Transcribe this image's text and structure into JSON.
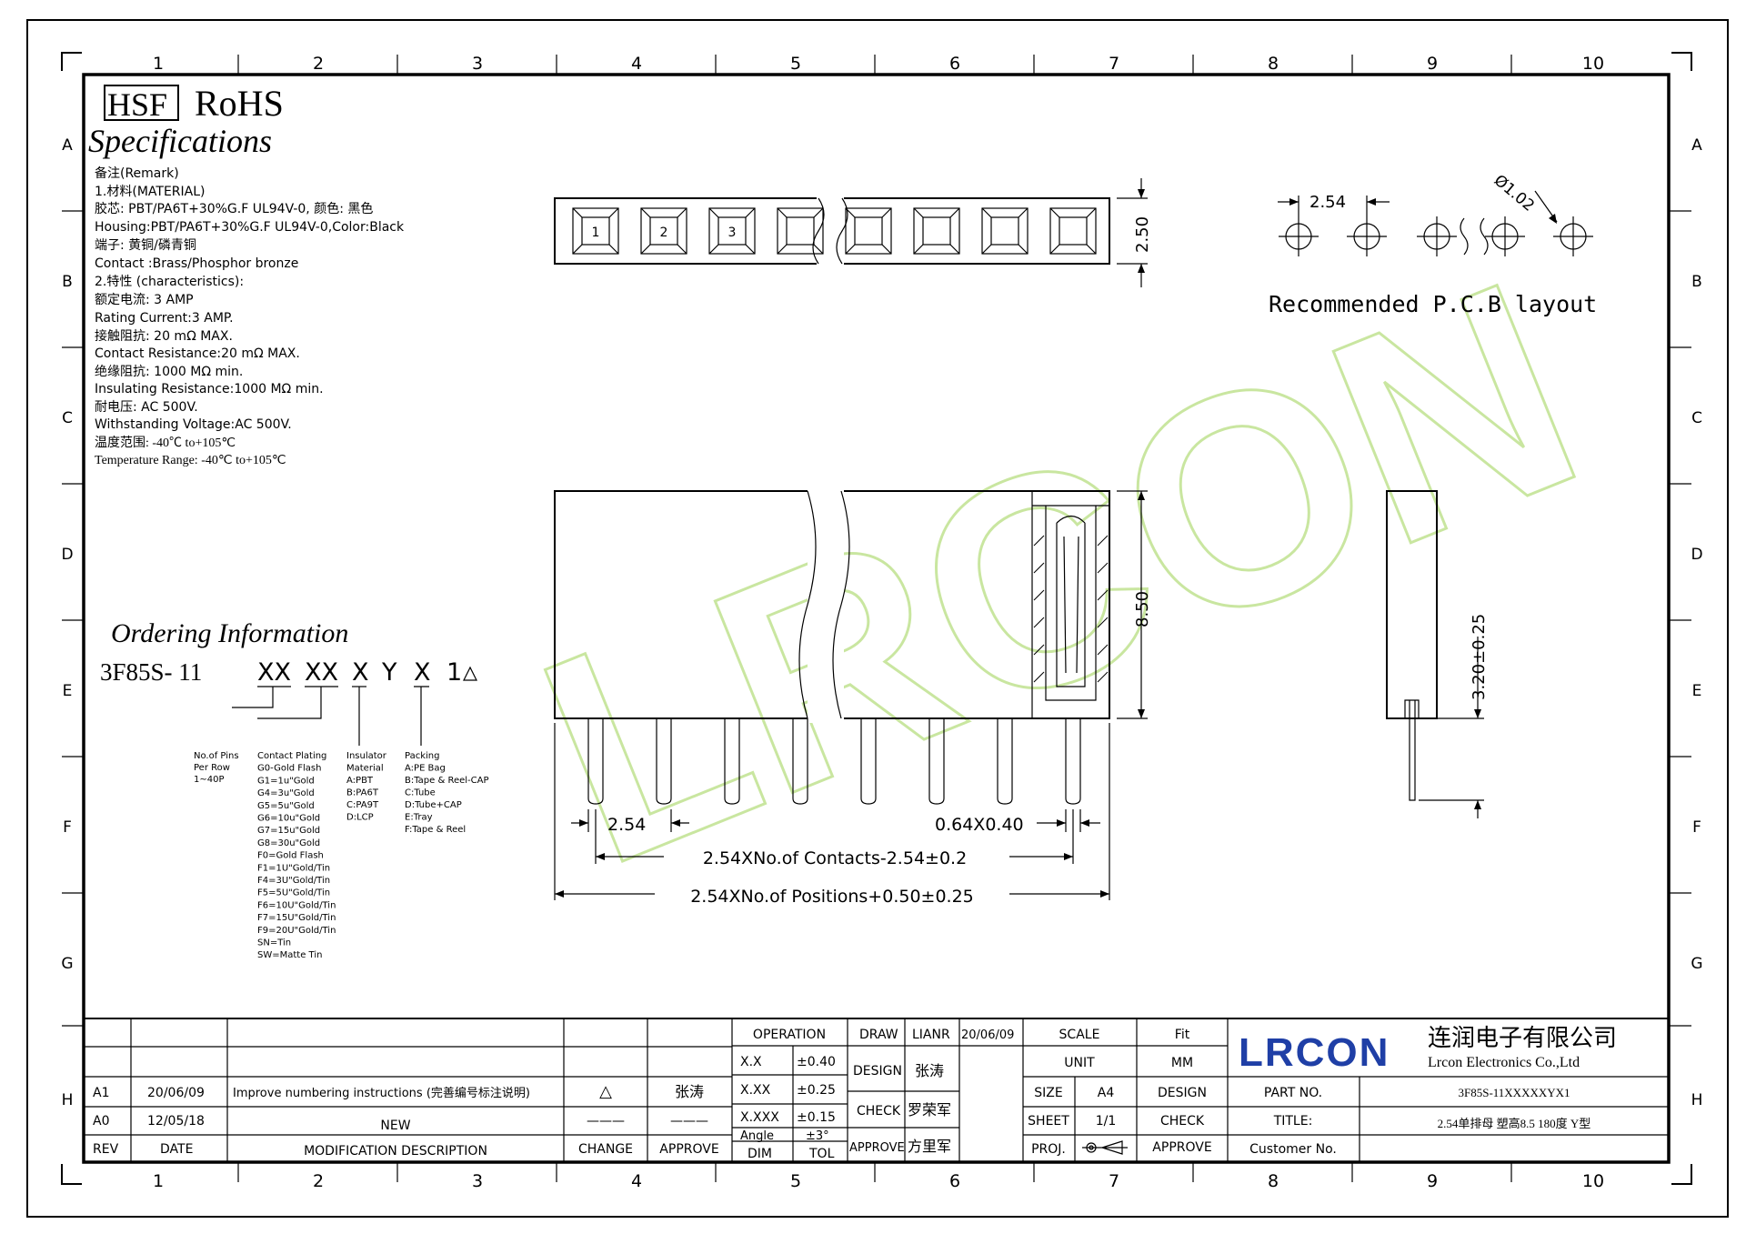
{
  "grid": {
    "cols": [
      "1",
      "2",
      "3",
      "4",
      "5",
      "6",
      "7",
      "8",
      "9",
      "10"
    ],
    "rows": [
      "A",
      "B",
      "C",
      "D",
      "E",
      "F",
      "G",
      "H"
    ]
  },
  "header": {
    "hsf": "HSF",
    "rohs": "RoHS",
    "specs_title": "Specifications"
  },
  "specs": [
    "备注(Remark)",
    "1.材料(MATERIAL)",
    "胶芯: PBT/PA6T+30%G.F UL94V-0, 颜色: 黑色",
    "Housing:PBT/PA6T+30%G.F UL94V-0,Color:Black",
    "端子: 黄铜/磷青铜",
    "Contact :Brass/Phosphor bronze",
    "2.特性 (characteristics):",
    "额定电流: 3 AMP",
    "Rating Current:3 AMP.",
    "接触阻抗: 20 mΩ MAX.",
    "Contact Resistance:20 mΩ MAX.",
    "绝缘阻抗: 1000 MΩ min.",
    "Insulating Resistance:1000 MΩ  min.",
    "耐电压: AC 500V.",
    "Withstanding Voltage:AC 500V.",
    "温度范围: -40℃ to+105℃",
    "Temperature Range: -40℃ to+105℃"
  ],
  "ordering": {
    "title": "Ordering Information",
    "code_prefix": "3F85S- 11",
    "code_parts": [
      "XX",
      "XX",
      "X",
      "Y",
      "X",
      "1"
    ],
    "pins": [
      "No.of Pins",
      "Per Row",
      "1~40P"
    ],
    "plating": [
      "Contact Plating",
      "G0-Gold Flash",
      "G1=1u\"Gold",
      "G4=3u\"Gold",
      "G5=5u\"Gold",
      "G6=10u\"Gold",
      "G7=15u\"Gold",
      "G8=30u\"Gold",
      "F0=Gold Flash",
      "F1=1U\"Gold/Tin",
      "F4=3U\"Gold/Tin",
      "F5=5U\"Gold/Tin",
      "F6=10U\"Gold/Tin",
      "F7=15U\"Gold/Tin",
      "F9=20U\"Gold/Tin",
      "SN=Tin",
      "SW=Matte Tin"
    ],
    "insulator": [
      "Insulator",
      "Material",
      "A:PBT",
      "B:PA6T",
      "C:PA9T",
      "D:LCP"
    ],
    "packing": [
      "Packing",
      "A:PE Bag",
      "B:Tape & Reel-CAP",
      "C:Tube",
      "D:Tube+CAP",
      "E:Tray",
      "F:Tape & Reel"
    ]
  },
  "top_view": {
    "pin_labels": [
      "1",
      "2",
      "3"
    ],
    "dim_height": "2.50"
  },
  "pcb": {
    "pitch": "2.54",
    "hole": "Ø1.02",
    "caption": "Recommended P.C.B layout"
  },
  "front_view": {
    "dim_height": "8.50",
    "dim_pitch": "2.54",
    "dim_pin": "0.64X0.40",
    "dim_contacts": "2.54XNo.of Contacts-2.54±0.2",
    "dim_positions": "2.54XNo.of Positions+0.50±0.25"
  },
  "side_view": {
    "dim_tail": "3.20±0.25"
  },
  "watermark": "LRCON",
  "title_block": {
    "rev_rows": [
      {
        "rev": "A1",
        "date": "20/06/09",
        "desc": "Improve numbering instructions (完善编号标注说明)",
        "change": "△",
        "approve": "张涛"
      },
      {
        "rev": "A0",
        "date": "12/05/18",
        "desc": "NEW",
        "change": "———",
        "approve": "———"
      }
    ],
    "rev_header": {
      "rev": "REV",
      "date": "DATE",
      "desc": "MODIFICATION DESCRIPTION",
      "change": "CHANGE",
      "approve": "APPROVE"
    },
    "operation": "OPERATION",
    "tol_rows": [
      [
        "X.X",
        "±0.40"
      ],
      [
        "X.XX",
        "±0.25"
      ],
      [
        "X.XXX",
        "±0.15"
      ],
      [
        "Angle",
        "±3°"
      ]
    ],
    "dim": "DIM",
    "tol": "TOL",
    "draw": "DRAW",
    "draw_name": "LIANR",
    "draw_date": "20/06/09",
    "design": "DESIGN",
    "design_name": "张涛",
    "check": "CHECK",
    "check_name": "罗荣军",
    "approve": "APPROVE",
    "approve_name": "方里军",
    "scale": "SCALE",
    "scale_val": "Fit",
    "unit": "UNIT",
    "unit_val": "MM",
    "size": "SIZE",
    "size_val": "A4",
    "sheet": "SHEET",
    "sheet_val": "1/1",
    "proj": "PROJ.",
    "design2": "DESIGN",
    "check2": "CHECK",
    "approve2": "APPROVE",
    "company_logo": "LRCON",
    "company_cn": "连润电子有限公司",
    "company_en": "Lrcon Electronics Co.,Ltd",
    "part_no_label": "PART NO.",
    "part_no": "3F85S-11XXXXXYX1",
    "title_label": "TITLE:",
    "title": "2.54单排母 塑高8.5 180度 Y型",
    "customer_label": "Customer No."
  },
  "colors": {
    "logo": "#1f3fa6",
    "watermark": "#c9e6a0"
  }
}
